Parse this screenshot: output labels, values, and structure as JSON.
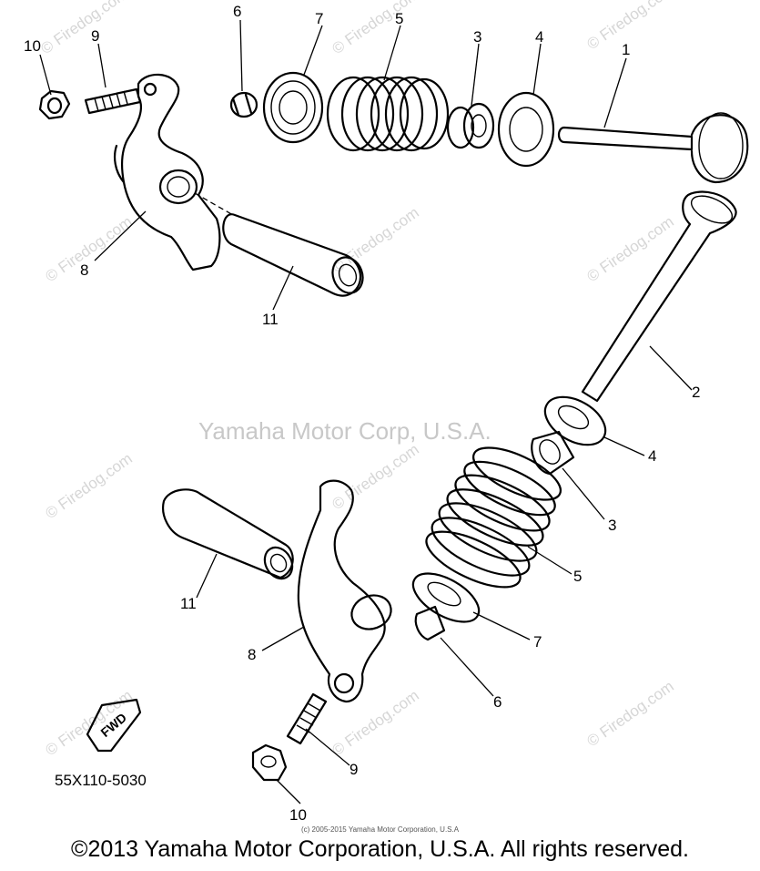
{
  "diagram": {
    "part_code": "55X110-5030",
    "fwd_label": "FWD",
    "ghost_text": "Yamaha Motor Corp, U.S.A.",
    "small_copyright": "(c) 2005-2015 Yamaha Motor Corporation, U.S.A",
    "watermark": "© Firedog.com",
    "labels": {
      "p1": "1",
      "p2": "2",
      "p3_top": "3",
      "p3_bot": "3",
      "p4_top": "4",
      "p4_bot": "4",
      "p5_top": "5",
      "p5_bot": "5",
      "p6_top": "6",
      "p6_bot": "6",
      "p7_top": "7",
      "p7_bot": "7",
      "p8_top": "8",
      "p8_bot": "8",
      "p9_top": "9",
      "p9_bot": "9",
      "p10_top": "10",
      "p10_bot": "10",
      "p11_top": "11",
      "p11_bot": "11"
    }
  },
  "footer": {
    "copyright": "©2013 Yamaha Motor Corporation, U.S.A. All rights reserved."
  }
}
